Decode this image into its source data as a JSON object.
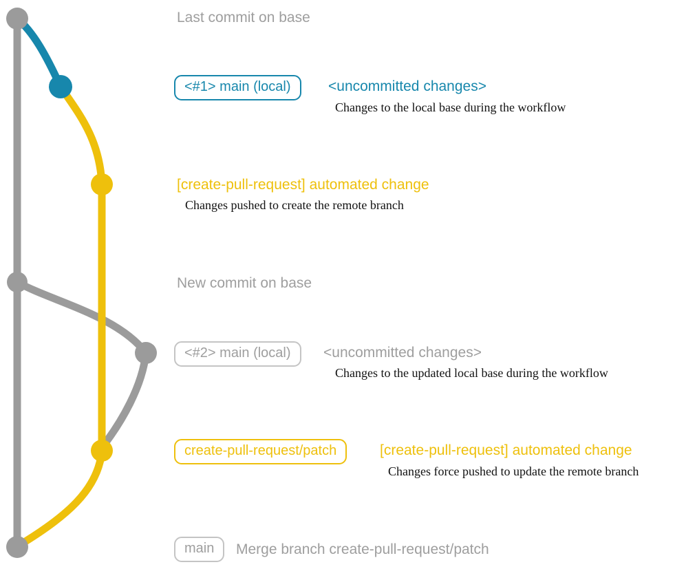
{
  "colors": {
    "gray": "#9b9b9b",
    "gray_text": "#9e9e9e",
    "gray_badge_border": "#c4c4c4",
    "blue": "#1787ac",
    "yellow": "#eec00c",
    "desc_text": "#111111"
  },
  "graph": {
    "type": "git-commit-graph",
    "commit_count": 7,
    "branches": [
      {
        "name": "base (main)",
        "color_key": "gray"
      },
      {
        "name": "local main uncommitted changes",
        "color_key": "blue"
      },
      {
        "name": "create-pull-request/patch",
        "color_key": "yellow"
      }
    ]
  },
  "annotations": {
    "last_commit_label": "Last commit on base",
    "row_local_1": {
      "badge": "<#1> main (local)",
      "status": "<uncommitted changes>",
      "desc": "Changes to the local base during the workflow"
    },
    "row_automated_1": {
      "label": "[create-pull-request] automated change",
      "desc": "Changes pushed to create the remote branch"
    },
    "new_commit_label": "New commit on base",
    "row_local_2": {
      "badge": "<#2> main (local)",
      "status": "<uncommitted changes>",
      "desc": "Changes to the updated local base during the workflow"
    },
    "row_patch": {
      "badge": "create-pull-request/patch",
      "label": "[create-pull-request] automated change",
      "desc": "Changes force pushed to update the remote branch"
    },
    "row_merge": {
      "badge": "main",
      "label": "Merge branch create-pull-request/patch"
    }
  }
}
